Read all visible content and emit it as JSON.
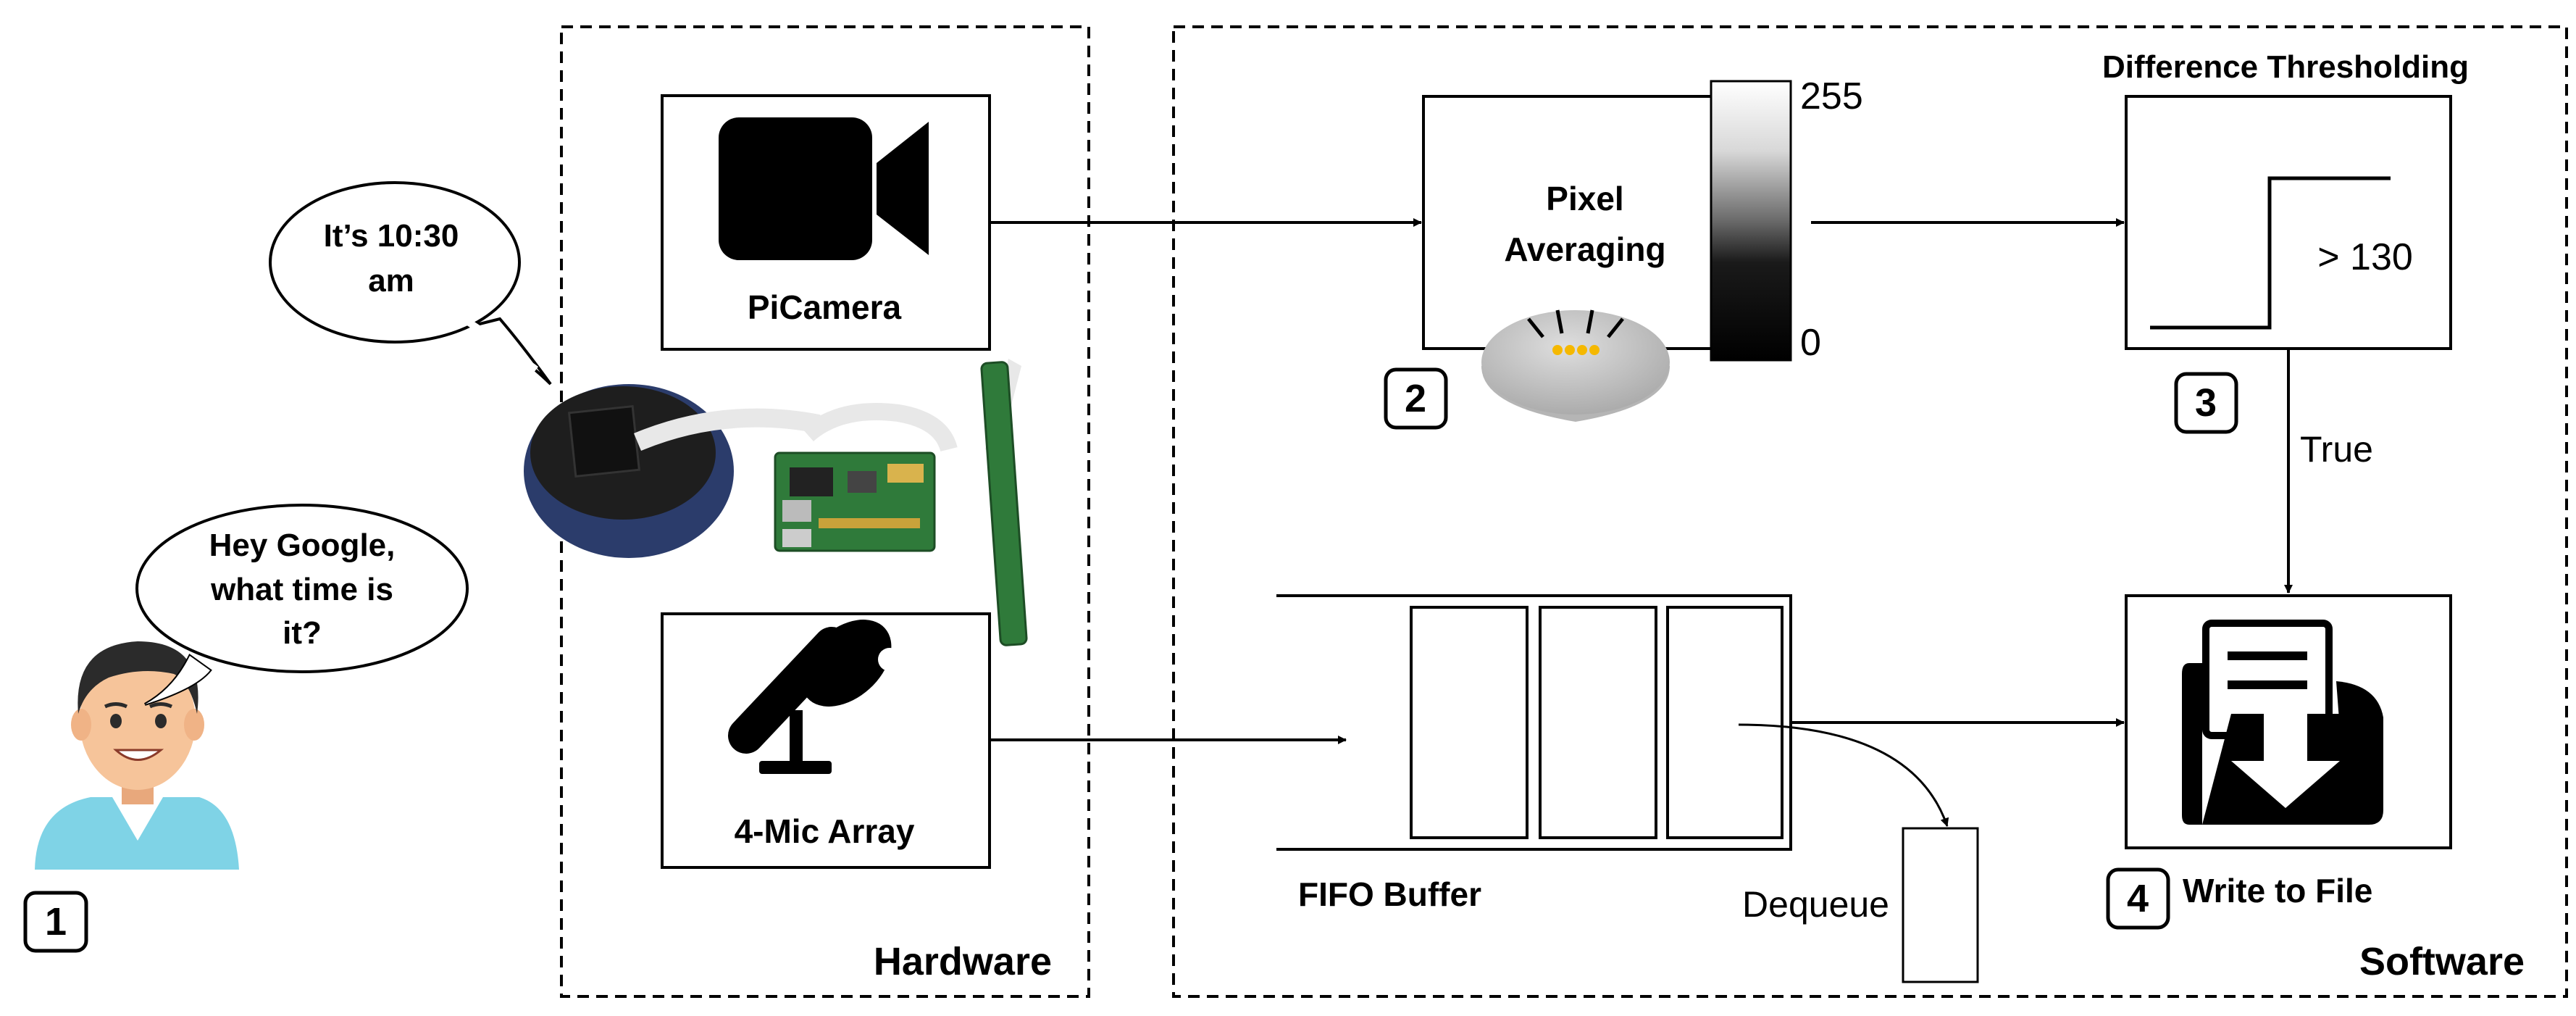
{
  "user": {
    "prompt_line1": "Hey Google,",
    "prompt_line2": "what time is",
    "prompt_line3": "it?",
    "reply_line1": "It’s 10:30",
    "reply_line2": "am",
    "step": "1"
  },
  "hardware": {
    "label": "Hardware",
    "camera_label": "PiCamera",
    "mic_label": "4-Mic Array"
  },
  "software": {
    "label": "Software",
    "pixel_avg_line1": "Pixel",
    "pixel_avg_line2": "Averaging",
    "pixel_step": "2",
    "scale_max": "255",
    "scale_min": "0",
    "threshold_title": "Difference Thresholding",
    "threshold_value": "> 130",
    "threshold_step": "3",
    "true_label": "True",
    "fifo_label": "FIFO Buffer",
    "dequeue_label": "Dequeue",
    "write_step": "4",
    "write_label": "Write to File"
  },
  "colors": {
    "shirt": "#7fd3e6",
    "skin": "#f6c49a",
    "hair": "#2b2b2b",
    "speaker_led": "#f5b800",
    "speaker_fabric": "#c9c9c9",
    "pcb_green": "#2f7a3a"
  }
}
